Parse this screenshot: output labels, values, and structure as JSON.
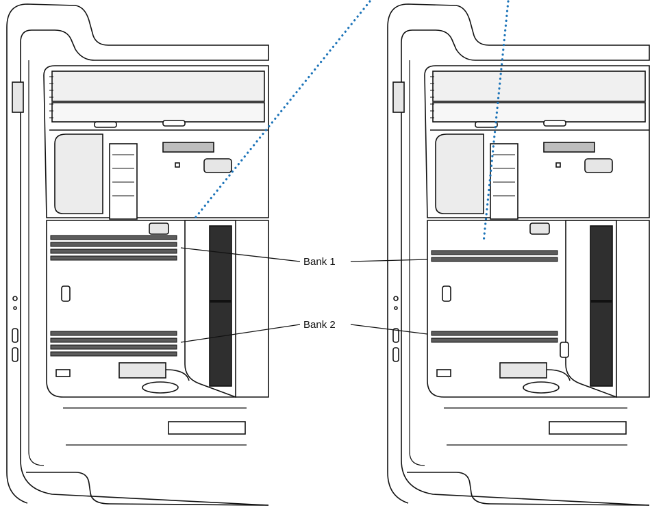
{
  "labels": {
    "bank1": "Bank 1",
    "bank2": "Bank 2"
  },
  "colors": {
    "outline": "#111111",
    "panel_fill": "#ffffff",
    "shade_light": "#e6e6e6",
    "shade_mid": "#bdbdbd",
    "shade_dark": "#5c5c5c",
    "vent_dark": "#2f2f2f",
    "dotted_line": "#1b73b8"
  },
  "figures": [
    {
      "name": "left-tower",
      "memory_slots_bank1": 4,
      "memory_slots_bank2": 4
    },
    {
      "name": "right-tower",
      "memory_slots_bank1": 2,
      "memory_slots_bank2": 2
    }
  ]
}
